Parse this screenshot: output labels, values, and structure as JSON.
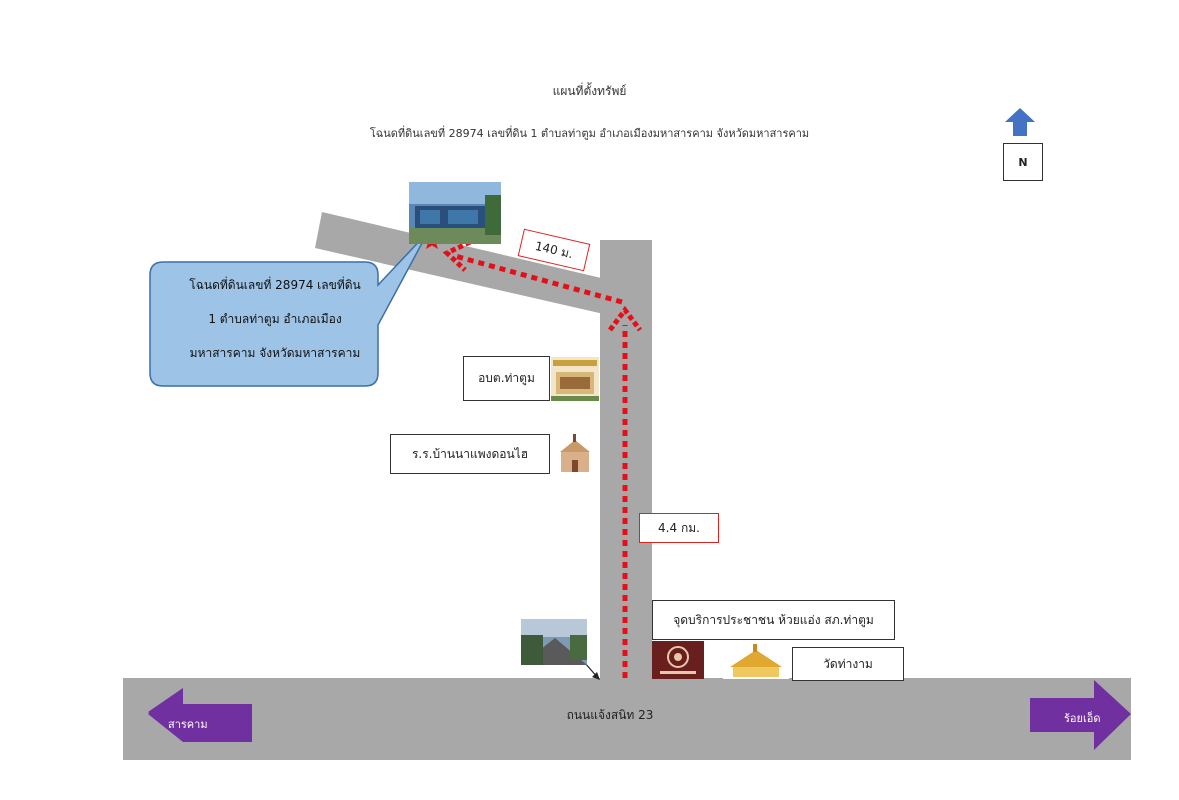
{
  "map": {
    "title": "แผนที่ตั้งทรัพย์",
    "subtitle": "โฉนดที่ดินเลขที่ 28974 เลขที่ดิน 1 ตำบลท่าตูม อำเภอเมืองมหาสารคาม จังหวัดมหาสารคาม",
    "north_label": "N",
    "callout": {
      "line1": "โฉนดที่ดินเลขที่ 28974 เลขที่ดิน",
      "line2": "1 ตำบลท่าตูม อำเภอเมือง",
      "line3": "มหาสารคาม จังหวัดมหาสารคาม"
    },
    "distances": {
      "branch": "140 ม.",
      "main": "4.4 กม."
    },
    "landmarks": {
      "obt": "อบต.ท่าตูม",
      "school": "ร.ร.บ้านนาแพงดอนไฮ",
      "service_point": "จุดบริการประชาชน ห้วยแอ่ง สภ.ท่าตูม",
      "temple": "วัดท่างาม"
    },
    "main_road": "ถนนแจ้งสนิท 23",
    "directions": {
      "left": "สารคาม",
      "right": "ร้อยเอ็ด"
    },
    "colors": {
      "road": "#a8a8a8",
      "route": "#e3101a",
      "callout_fill": "#9dc3e6",
      "callout_border": "#3a6fa8",
      "direction_arrow": "#7030a0",
      "north_arrow": "#4472c4"
    }
  }
}
